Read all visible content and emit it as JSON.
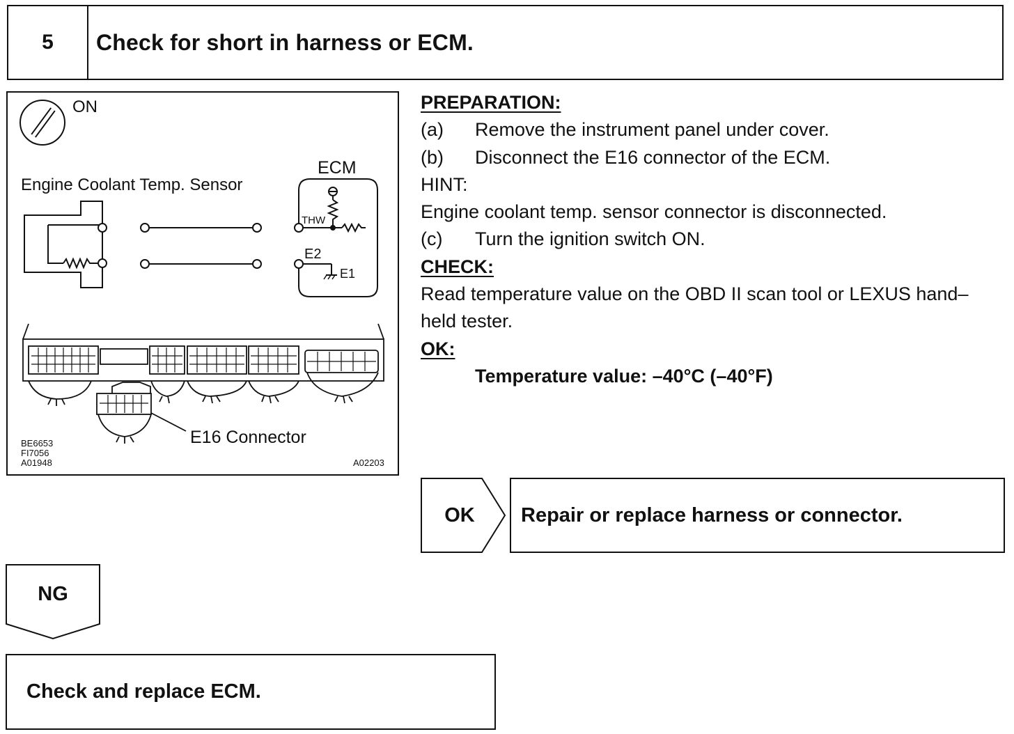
{
  "step": {
    "number": "5",
    "title": "Check for short in harness or ECM."
  },
  "figure": {
    "ignition_label": "ON",
    "sensor_label": "Engine Coolant Temp. Sensor",
    "ecm_label": "ECM",
    "thw_label": "THW",
    "e2_label": "E2",
    "e1_label": "E1",
    "connector_label": "E16 Connector",
    "codes_left": [
      "BE6653",
      "FI7056",
      "A01948"
    ],
    "code_right": "A02203"
  },
  "procedure": {
    "preparation_head": "PREPARATION:",
    "step_a_mark": "(a)",
    "step_a_text": "Remove the instrument panel under cover.",
    "step_b_mark": "(b)",
    "step_b_text": "Disconnect the E16 connector of the ECM.",
    "hint_head": "HINT:",
    "hint_text": "Engine coolant temp. sensor connector is disconnected.",
    "step_c_mark": "(c)",
    "step_c_text": "Turn the ignition switch ON.",
    "check_head": "CHECK:",
    "check_text": "Read temperature value on the OBD II scan tool or LEXUS hand–held tester.",
    "ok_head": "OK:",
    "ok_spec": "Temperature value: –40°C (–40°F)"
  },
  "results": {
    "ok_label": "OK",
    "ok_action": "Repair or replace harness or connector.",
    "ng_label": "NG",
    "ng_action": "Check and replace ECM."
  }
}
